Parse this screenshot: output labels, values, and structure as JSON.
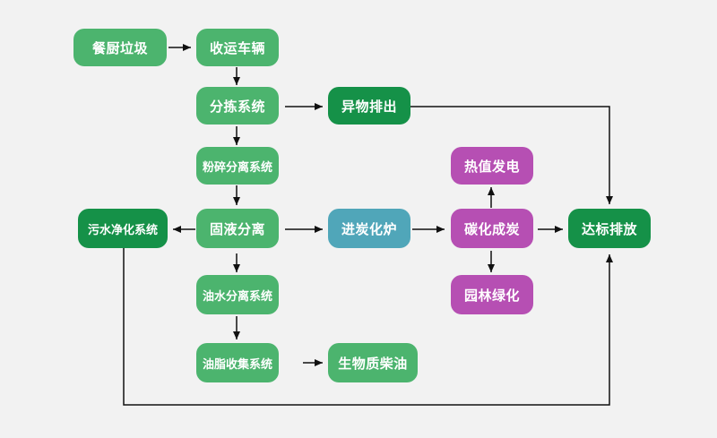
{
  "nodes": {
    "food_waste": "餐厨垃圾",
    "transport_vehicle": "收运车辆",
    "sorting_system": "分拣系统",
    "foreign_matter_discharge": "异物排出",
    "crushing_separation_system": "粉碎分离系统",
    "solid_liquid_separation": "固液分离",
    "into_carbonization_furnace": "进炭化炉",
    "carbonization": "碳化成炭",
    "pyrolysis_power": "热值发电",
    "garden_greening": "园林绿化",
    "compliant_discharge": "达标排放",
    "sewage_purification_system": "污水净化系统",
    "oil_water_separation_system": "油水分离系统",
    "grease_collection_system": "油脂收集系统",
    "biodiesel": "生物质柴油"
  },
  "colors": {
    "light_green": "#4cb46e",
    "dark_green": "#159148",
    "teal": "#50a6b9",
    "purple": "#b64fb3",
    "line": "#111111",
    "background": "#f2f2f2"
  }
}
